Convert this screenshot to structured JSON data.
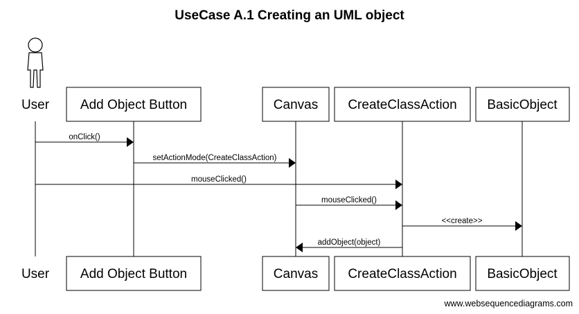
{
  "title": "UseCase A.1 Creating an UML object",
  "participants": [
    {
      "id": "user",
      "label": "User",
      "kind": "actor"
    },
    {
      "id": "btn",
      "label": "Add Object Button",
      "kind": "box"
    },
    {
      "id": "canvas",
      "label": "Canvas",
      "kind": "box"
    },
    {
      "id": "cca",
      "label": "CreateClassAction",
      "kind": "box"
    },
    {
      "id": "bo",
      "label": "BasicObject",
      "kind": "box"
    }
  ],
  "messages": [
    {
      "from": "user",
      "to": "btn",
      "label": "onClick()"
    },
    {
      "from": "btn",
      "to": "canvas",
      "label": "setActionMode(CreateClassAction)"
    },
    {
      "from": "user",
      "to": "cca",
      "label": "mouseClicked()"
    },
    {
      "from": "canvas",
      "to": "cca",
      "label": "mouseClicked()"
    },
    {
      "from": "cca",
      "to": "bo",
      "label": "<<create>>"
    },
    {
      "from": "cca",
      "to": "canvas",
      "label": "addObject(object)"
    }
  ],
  "footer": "www.websequencediagrams.com"
}
